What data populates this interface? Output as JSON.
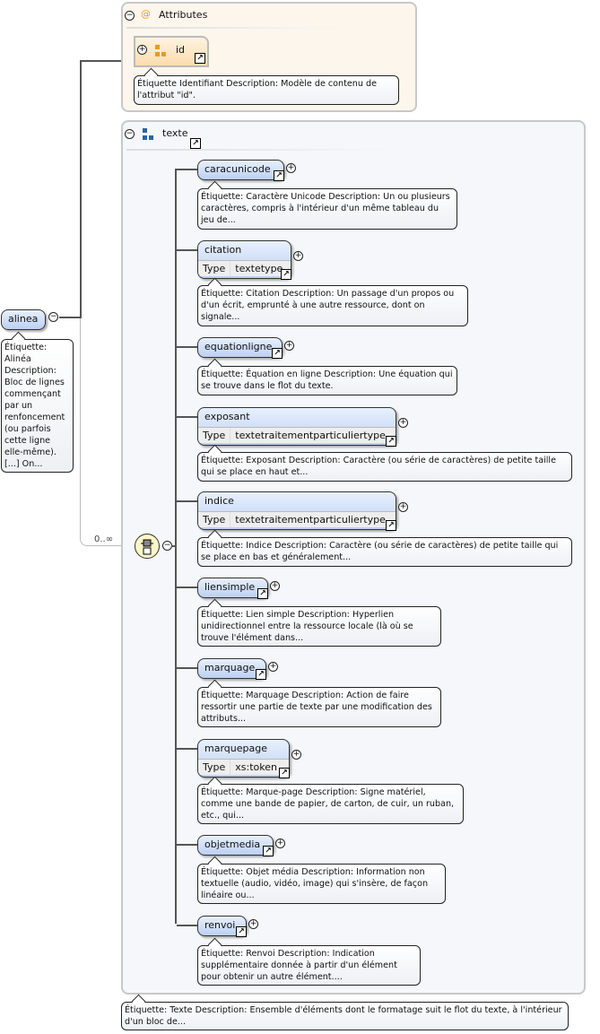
{
  "root": {
    "name": "alinea",
    "annotation": "Étiquette: Alinéa Description: Bloc de lignes commençant par un renfoncement (ou parfois cette ligne elle-même). [...] On..."
  },
  "attributes": {
    "title": "Attributes",
    "items": [
      {
        "name": "id",
        "annotation": "Étiquette Identifiant Description: Modèle de contenu de l'attribut \"id\"."
      }
    ]
  },
  "group": {
    "name": "texte",
    "occurrence": "0..∞",
    "annotation": "Étiquette: Texte Description: Ensemble d'éléments dont le formatage suit le flot du texte, à l'intérieur d'un bloc de..."
  },
  "children": [
    {
      "name": "caracunicode",
      "annotation": "Étiquette: Caractère Unicode Description: Un ou plusieurs caractères, compris à l'intérieur d'un même tableau du jeu de..."
    },
    {
      "name": "citation",
      "type_label": "Type",
      "type": "textetype",
      "annotation": "Étiquette: Citation Description: Un passage d'un propos ou d'un écrit, emprunté à une autre ressource, dont on signale..."
    },
    {
      "name": "equationligne",
      "annotation": "Étiquette: Équation en ligne Description: Une équation qui se trouve dans le flot du texte."
    },
    {
      "name": "exposant",
      "type_label": "Type",
      "type": "textetraitementparticuliertype",
      "annotation": "Étiquette: Exposant Description: Caractère (ou série de caractères) de petite taille qui se place en haut et..."
    },
    {
      "name": "indice",
      "type_label": "Type",
      "type": "textetraitementparticuliertype",
      "annotation": "Étiquette: Indice Description: Caractère (ou série de caractères) de petite taille qui se place en bas et généralement..."
    },
    {
      "name": "liensimple",
      "annotation": "Étiquette: Lien simple Description: Hyperlien unidirectionnel entre la ressource locale (là où se trouve l'élément dans..."
    },
    {
      "name": "marquage",
      "annotation": "Étiquette: Marquage Description: Action de faire ressortir une partie de texte par une modification des attributs..."
    },
    {
      "name": "marquepage",
      "type_label": "Type",
      "type": "xs:token",
      "annotation": "Étiquette: Marque-page Description: Signe matériel, comme une bande de papier, de carton, de cuir, un ruban, etc., qui..."
    },
    {
      "name": "objetmedia",
      "annotation": "Étiquette: Objet média Description: Information non textuelle (audio, vidéo, image) qui s'insère, de façon linéaire ou..."
    },
    {
      "name": "renvoi",
      "annotation": "Étiquette: Renvoi Description: Indication supplémentaire donnée à partir d'un élément pour obtenir un autre élément...."
    }
  ]
}
